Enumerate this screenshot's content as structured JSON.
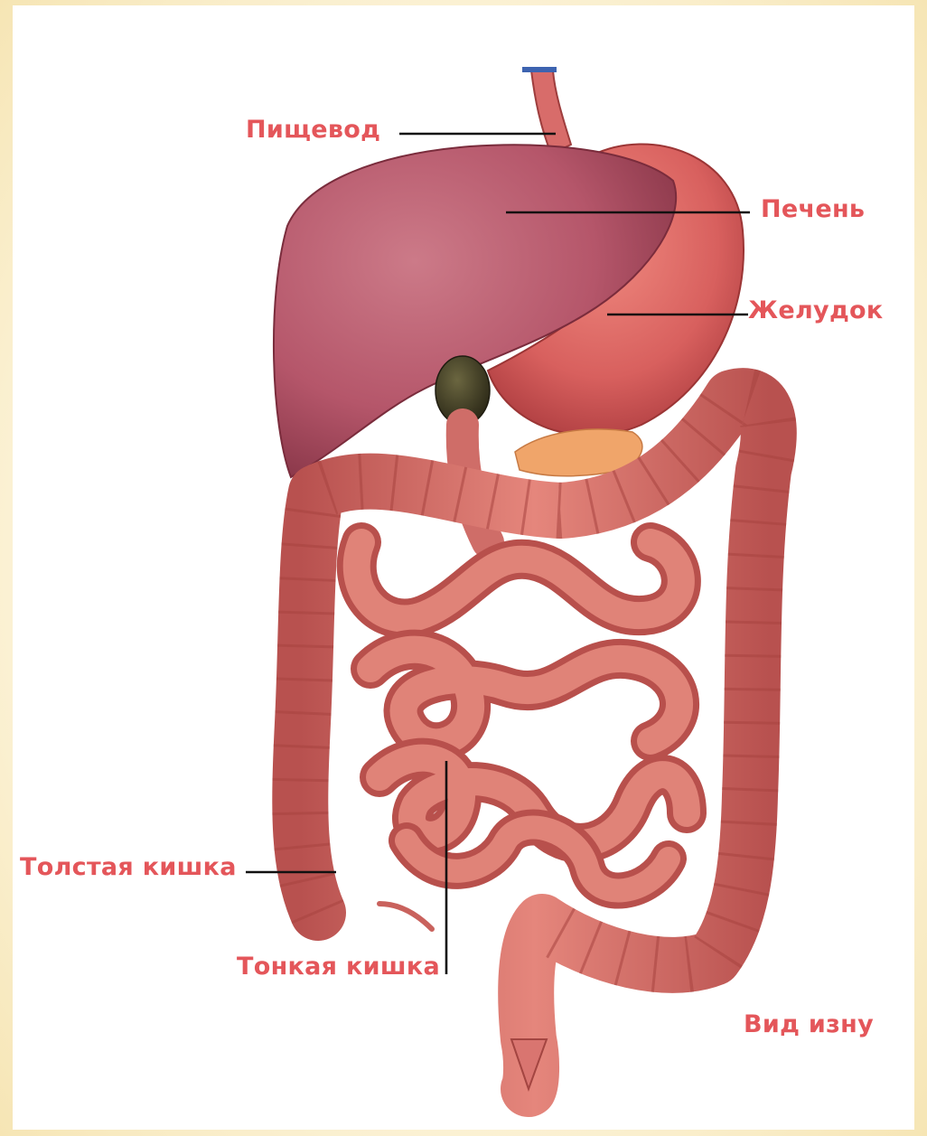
{
  "diagram": {
    "labels": {
      "esophagus": "Пищевод",
      "liver": "Печень",
      "stomach": "Желудок",
      "large_intestine": "Толстая кишка",
      "small_intestine": "Тонкая кишка",
      "view_caption": "Вид изну"
    }
  },
  "colors": {
    "background_frame": "#f9edc6",
    "panel": "#ffffff",
    "label_text": "#e4565a",
    "leader_line": "#111111",
    "liver": "#b5566a",
    "stomach": "#d8605e",
    "intestine": "#d9736c",
    "gallbladder": "#3f3a24",
    "pancreas": "#f0a56a"
  }
}
